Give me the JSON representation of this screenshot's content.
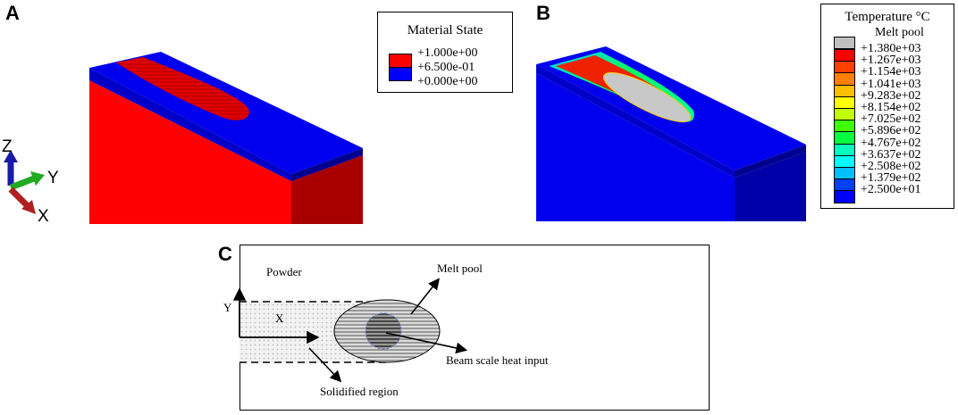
{
  "panels": {
    "a": {
      "letter": "A"
    },
    "b": {
      "letter": "B"
    },
    "c": {
      "letter": "C"
    }
  },
  "triad": {
    "z": "Z",
    "y": "Y",
    "x": "X"
  },
  "material_legend": {
    "title": "Material State",
    "entries": [
      {
        "label": "+1.000e+00",
        "color": "#ff0000"
      },
      {
        "label": "+6.500e-01",
        "color": "#0000ff"
      },
      {
        "label": "+0.000e+00",
        "color": "#0000ff"
      }
    ]
  },
  "temperature_legend": {
    "title": "Temperature °C",
    "melt_label": "Melt pool",
    "melt_color": "#c0c0c0",
    "entries": [
      {
        "label": "+1.380e+03",
        "color": "#ff0000"
      },
      {
        "label": "+1.267e+03",
        "color": "#ff4000"
      },
      {
        "label": "+1.154e+03",
        "color": "#ff8000"
      },
      {
        "label": "+1.041e+03",
        "color": "#ffbf00"
      },
      {
        "label": "+9.283e+02",
        "color": "#ffff00"
      },
      {
        "label": "+8.154e+02",
        "color": "#bfff00"
      },
      {
        "label": "+7.025e+02",
        "color": "#40ff00"
      },
      {
        "label": "+5.896e+02",
        "color": "#00ff40"
      },
      {
        "label": "+4.767e+02",
        "color": "#00ffbf"
      },
      {
        "label": "+3.637e+02",
        "color": "#00ffff"
      },
      {
        "label": "+2.508e+02",
        "color": "#00bfff"
      },
      {
        "label": "+1.379e+02",
        "color": "#0040ff"
      },
      {
        "label": "+2.500e+01",
        "color": "#0000ff"
      }
    ]
  },
  "schematic": {
    "powder": "Powder",
    "melt_pool": "Melt pool",
    "beam": "Beam scale heat input",
    "solidified": "Solidified region",
    "axis_y": "Y",
    "axis_x": "X"
  },
  "colors": {
    "red": "#ff0000",
    "dark_red": "#a80000",
    "blue": "#0000ee",
    "dark_blue": "#0000a8"
  }
}
